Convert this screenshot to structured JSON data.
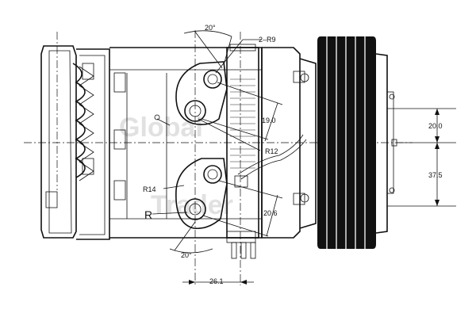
{
  "dimensions": {
    "angle_top": "20°",
    "hole_radius_top": "2–R9",
    "height_a": "19.0",
    "radius_mid": "R12",
    "radius_lower": "R14",
    "radius_letter": "R",
    "height_b": "20.6",
    "angle_bottom": "20°",
    "width_bottom": "26.1",
    "height_right_top": "20.0",
    "height_right_bottom": "37.5"
  },
  "watermark": {
    "line1": "Global",
    "line2": "Trader"
  }
}
